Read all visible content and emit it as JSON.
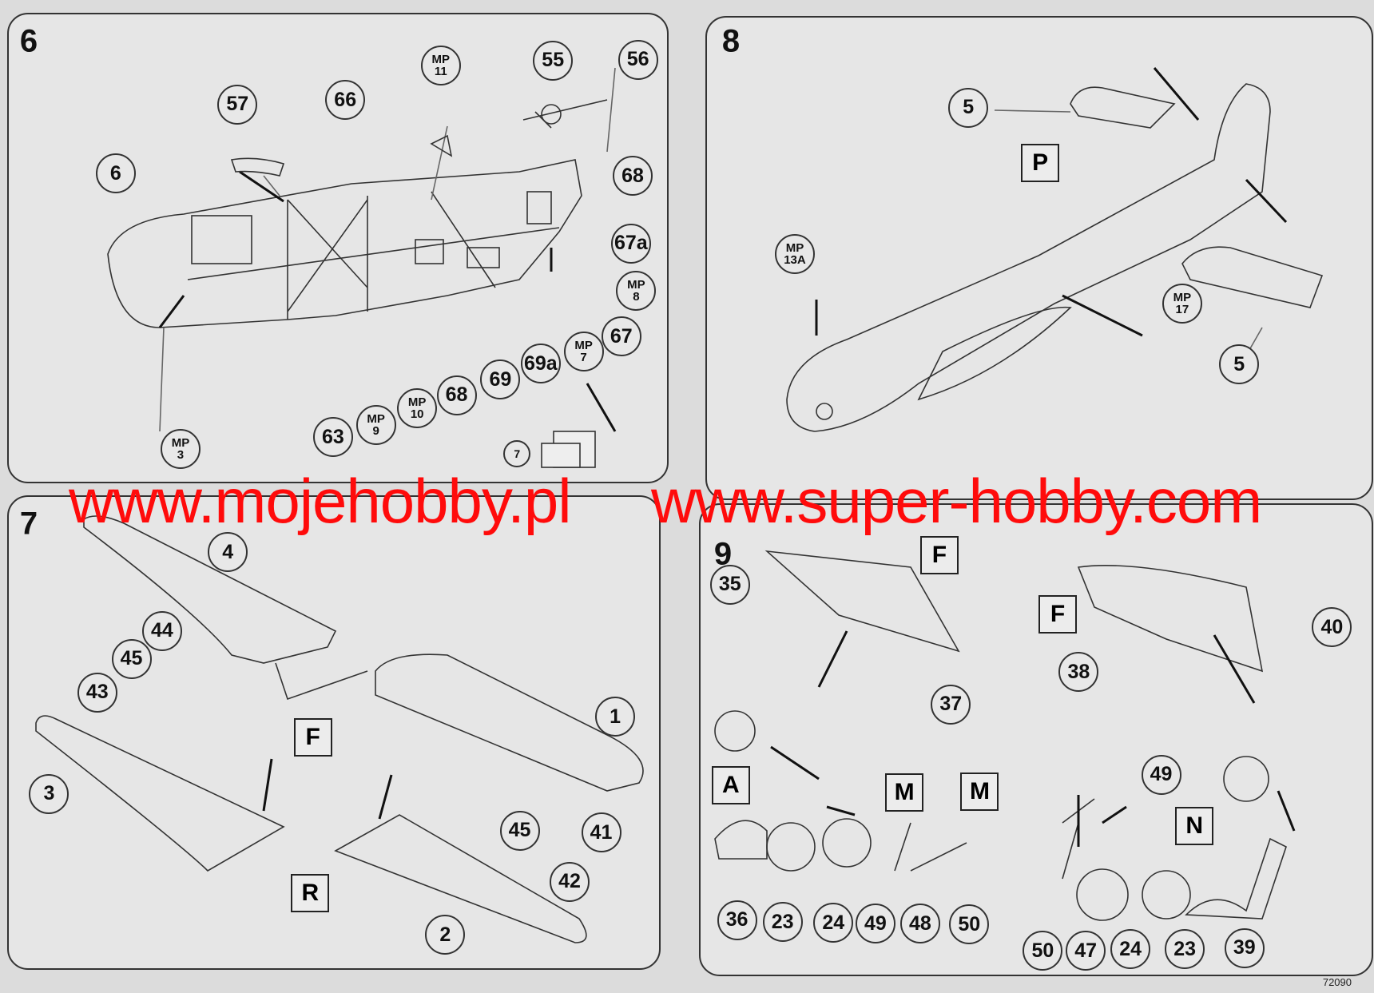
{
  "steps": {
    "s6": {
      "number": "6",
      "callouts": [
        "57",
        "66",
        "MP\n11",
        "55",
        "56",
        "6",
        "68",
        "67a",
        "MP\n8",
        "67",
        "MP\n7",
        "69a",
        "69",
        "68",
        "MP\n10",
        "MP\n9",
        "63",
        "MP\n3",
        "7"
      ]
    },
    "s8": {
      "number": "8",
      "callouts": [
        "5",
        "MP\n13A",
        "MP\n17",
        "5"
      ],
      "boxes": [
        "P"
      ]
    },
    "s7": {
      "number": "7",
      "callouts": [
        "4",
        "44",
        "45",
        "43",
        "1",
        "3",
        "45",
        "41",
        "42",
        "2"
      ],
      "boxes": [
        "F",
        "R"
      ]
    },
    "s9": {
      "number": "9",
      "callouts": [
        "35",
        "40",
        "38",
        "37",
        "49",
        "36",
        "23",
        "24",
        "49",
        "48",
        "50",
        "50",
        "47",
        "24",
        "23",
        "39"
      ],
      "boxes": [
        "F",
        "F",
        "A",
        "M",
        "M",
        "N"
      ]
    }
  },
  "watermark": {
    "left": "www.mojehobby.pl",
    "right": "www.super-hobby.com",
    "color": "#ff0b0b"
  },
  "sheet_code": "72090"
}
